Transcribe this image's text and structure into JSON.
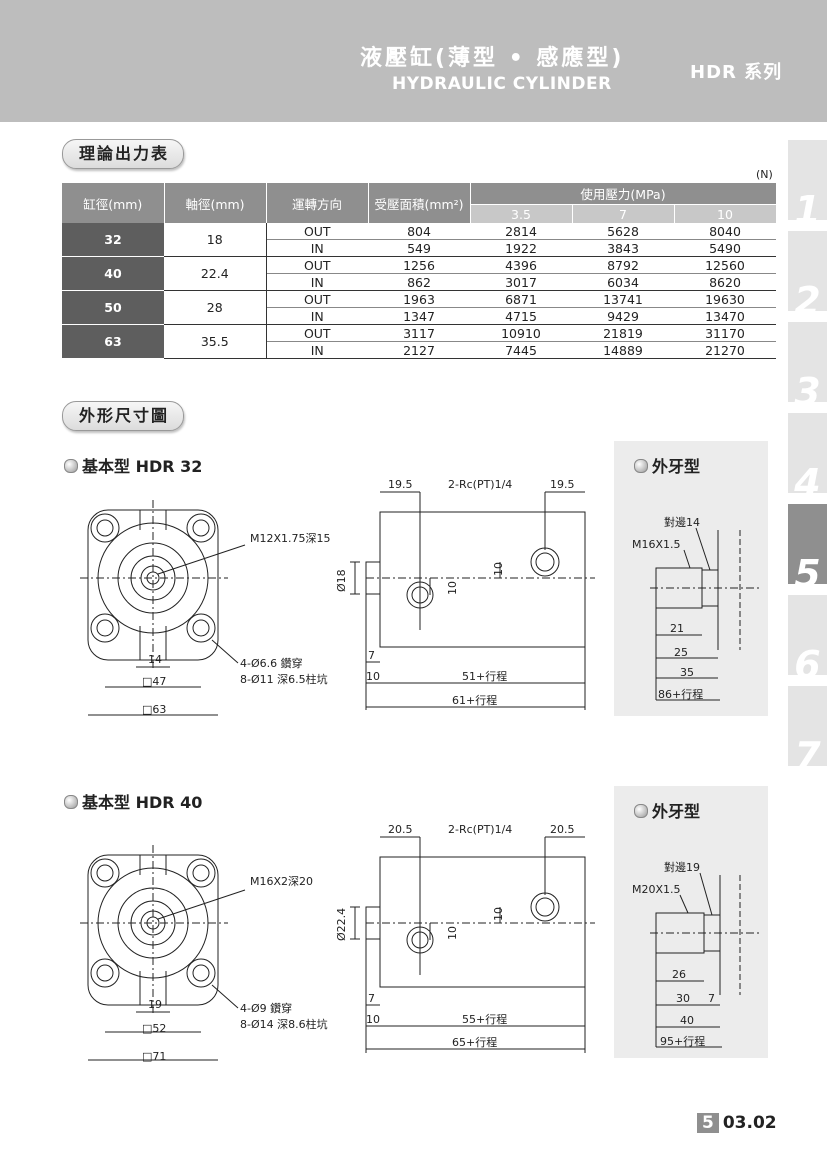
{
  "header": {
    "title_zh": "液壓缸(薄型 • 感應型)",
    "title_en": "HYDRAULIC CYLINDER",
    "series": "HDR 系列"
  },
  "tabs": [
    "1",
    "2",
    "3",
    "4",
    "5",
    "6",
    "7"
  ],
  "active_tab": "5",
  "section1": {
    "title": "理論出力表",
    "unit": "(N)"
  },
  "table": {
    "headers": {
      "bore": "缸徑(mm)",
      "shaft": "軸徑(mm)",
      "direction": "運轉方向",
      "area": "受壓面積(mm²)",
      "pressure": "使用壓力(MPa)",
      "pressures": [
        "3.5",
        "7",
        "10"
      ]
    },
    "groups": [
      {
        "bore": "32",
        "shaft": "18",
        "rows": [
          {
            "dir": "OUT",
            "area": "804",
            "p1": "2814",
            "p2": "5628",
            "p3": "8040"
          },
          {
            "dir": "IN",
            "area": "549",
            "p1": "1922",
            "p2": "3843",
            "p3": "5490"
          }
        ]
      },
      {
        "bore": "40",
        "shaft": "22.4",
        "rows": [
          {
            "dir": "OUT",
            "area": "1256",
            "p1": "4396",
            "p2": "8792",
            "p3": "12560"
          },
          {
            "dir": "IN",
            "area": "862",
            "p1": "3017",
            "p2": "6034",
            "p3": "8620"
          }
        ]
      },
      {
        "bore": "50",
        "shaft": "28",
        "rows": [
          {
            "dir": "OUT",
            "area": "1963",
            "p1": "6871",
            "p2": "13741",
            "p3": "19630"
          },
          {
            "dir": "IN",
            "area": "1347",
            "p1": "4715",
            "p2": "9429",
            "p3": "13470"
          }
        ]
      },
      {
        "bore": "63",
        "shaft": "35.5",
        "rows": [
          {
            "dir": "OUT",
            "area": "3117",
            "p1": "10910",
            "p2": "21819",
            "p3": "31170"
          },
          {
            "dir": "IN",
            "area": "2127",
            "p1": "7445",
            "p2": "14889",
            "p3": "21270"
          }
        ]
      }
    ]
  },
  "section2": {
    "title": "外形尺寸圖"
  },
  "hdr32": {
    "title": "基本型  HDR 32",
    "ext_title": "外牙型",
    "thread": "M12X1.75深15",
    "hole1": "4-Ø6.6 鑽穿",
    "hole2": "8-Ø11 深6.5柱坑",
    "d14": "14",
    "d47": "□47",
    "d63": "□63",
    "side_left": "19.5",
    "port": "2-Rc(PT)1/4",
    "side_right": "19.5",
    "dia": "Ø18",
    "d10a": "10",
    "d10b": "10",
    "d7": "7",
    "d10c": "10",
    "stroke1": "51+行程",
    "stroke2": "61+行程",
    "ext_flat": "對邊14",
    "ext_thread": "M16X1.5",
    "ext_21": "21",
    "ext_25": "25",
    "ext_35": "35",
    "ext_stroke": "86+行程"
  },
  "hdr40": {
    "title": "基本型  HDR 40",
    "ext_title": "外牙型",
    "thread": "M16X2深20",
    "hole1": "4-Ø9 鑽穿",
    "hole2": "8-Ø14 深8.6柱坑",
    "d19": "19",
    "d52": "□52",
    "d71": "□71",
    "side_left": "20.5",
    "port": "2-Rc(PT)1/4",
    "side_right": "20.5",
    "dia": "Ø22.4",
    "d10a": "10",
    "d10b": "10",
    "d7": "7",
    "d10c": "10",
    "stroke1": "55+行程",
    "stroke2": "65+行程",
    "ext_flat": "對邊19",
    "ext_thread": "M20X1.5",
    "ext_26": "26",
    "ext_30": "30",
    "ext_7": "7",
    "ext_40": "40",
    "ext_stroke": "95+行程"
  },
  "page": {
    "chapter": "5",
    "number": "03.02"
  }
}
